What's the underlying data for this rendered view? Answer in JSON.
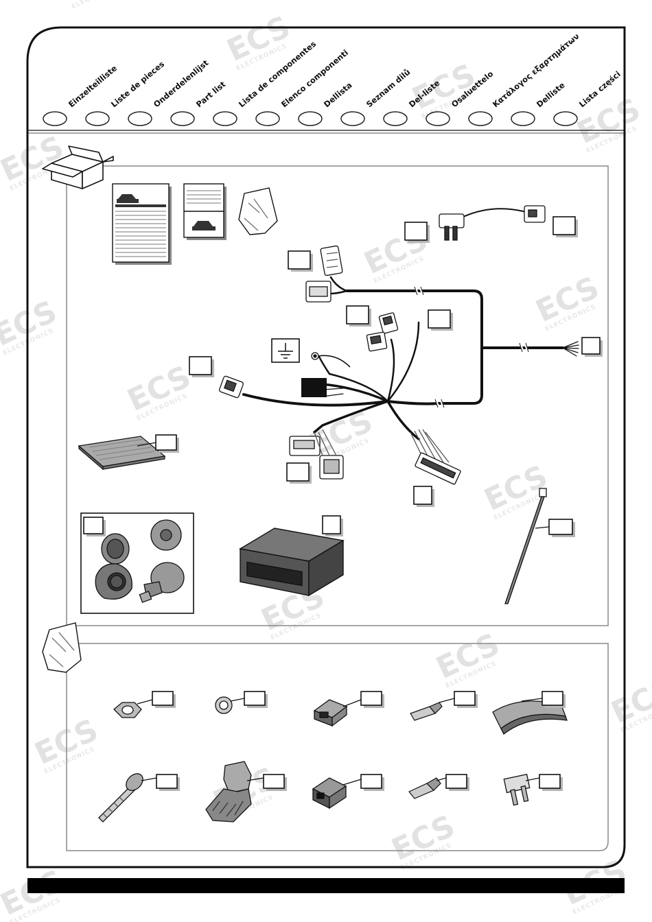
{
  "languages": [
    "Einzelteilliste",
    "Liste de pieces",
    "Onderdelenlijst",
    "Part list",
    "Lista de componentes",
    "Elenco componenti",
    "Dellista",
    "Seznam dilů",
    "Del-liste",
    "Osaluettelo",
    "Κατάλογος εξαρτημάτων",
    "Delliste",
    "Lista części"
  ],
  "watermark": {
    "logo": "ECS",
    "subtitle": "ELECTRONICS"
  },
  "icons": {
    "box": "open-cardboard-box-icon",
    "bag": "plastic-bag-icon",
    "ground": "ground-symbol-icon"
  },
  "colors": {
    "line": "#111111",
    "footer": "#000000",
    "watermark": "#e2e2e2"
  }
}
